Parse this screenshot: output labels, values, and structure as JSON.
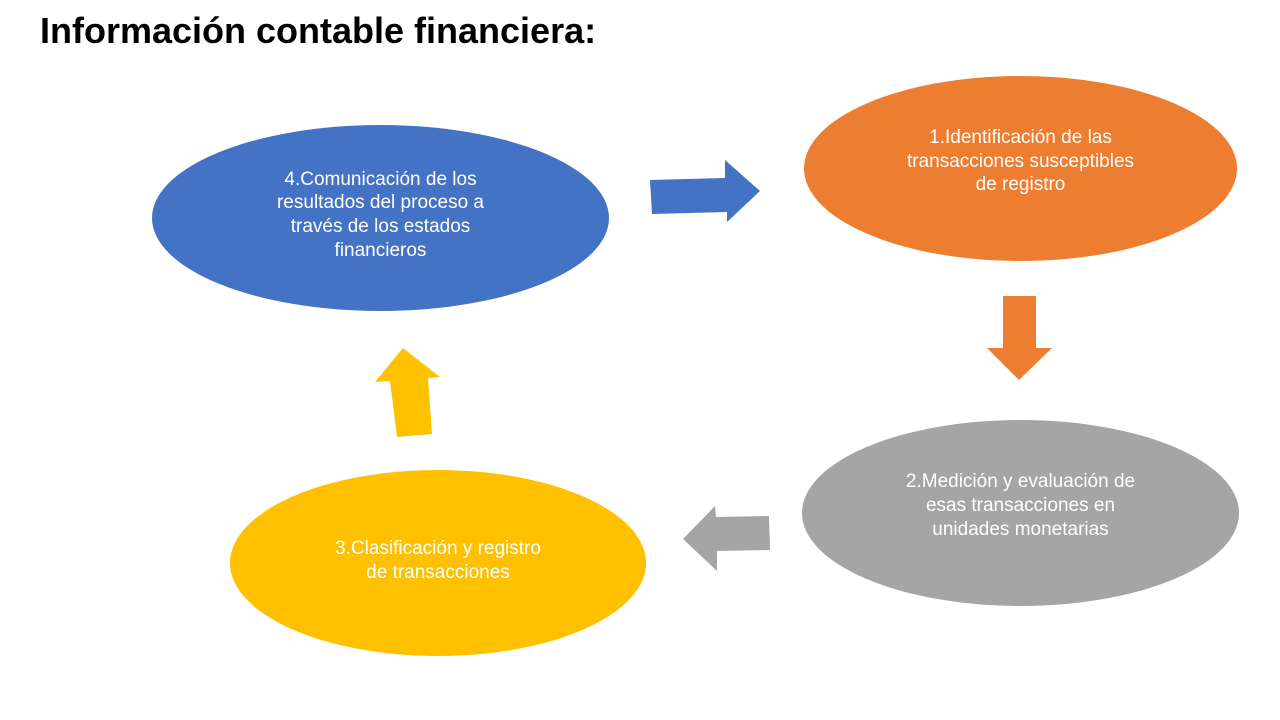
{
  "title": "Información contable financiera:",
  "steps": [
    {
      "label": "1.Identificación de las\ntransacciones susceptibles\nde registro",
      "color": "#ED7D31"
    },
    {
      "label": "2.Medición y evaluación de\nesas transacciones en\nunidades monetarias",
      "color": "#A5A5A5"
    },
    {
      "label": "3.Clasificación y registro\nde transacciones",
      "color": "#FFC000"
    },
    {
      "label": "4.Comunicación de los\nresultados del proceso a\ntravés de los estados\nfinancieros",
      "color": "#4472C4"
    }
  ],
  "arrows": [
    {
      "from": 4,
      "to": 1,
      "color": "#4472C4"
    },
    {
      "from": 1,
      "to": 2,
      "color": "#ED7D31"
    },
    {
      "from": 2,
      "to": 3,
      "color": "#A5A5A5"
    },
    {
      "from": 3,
      "to": 4,
      "color": "#FFC000"
    }
  ]
}
